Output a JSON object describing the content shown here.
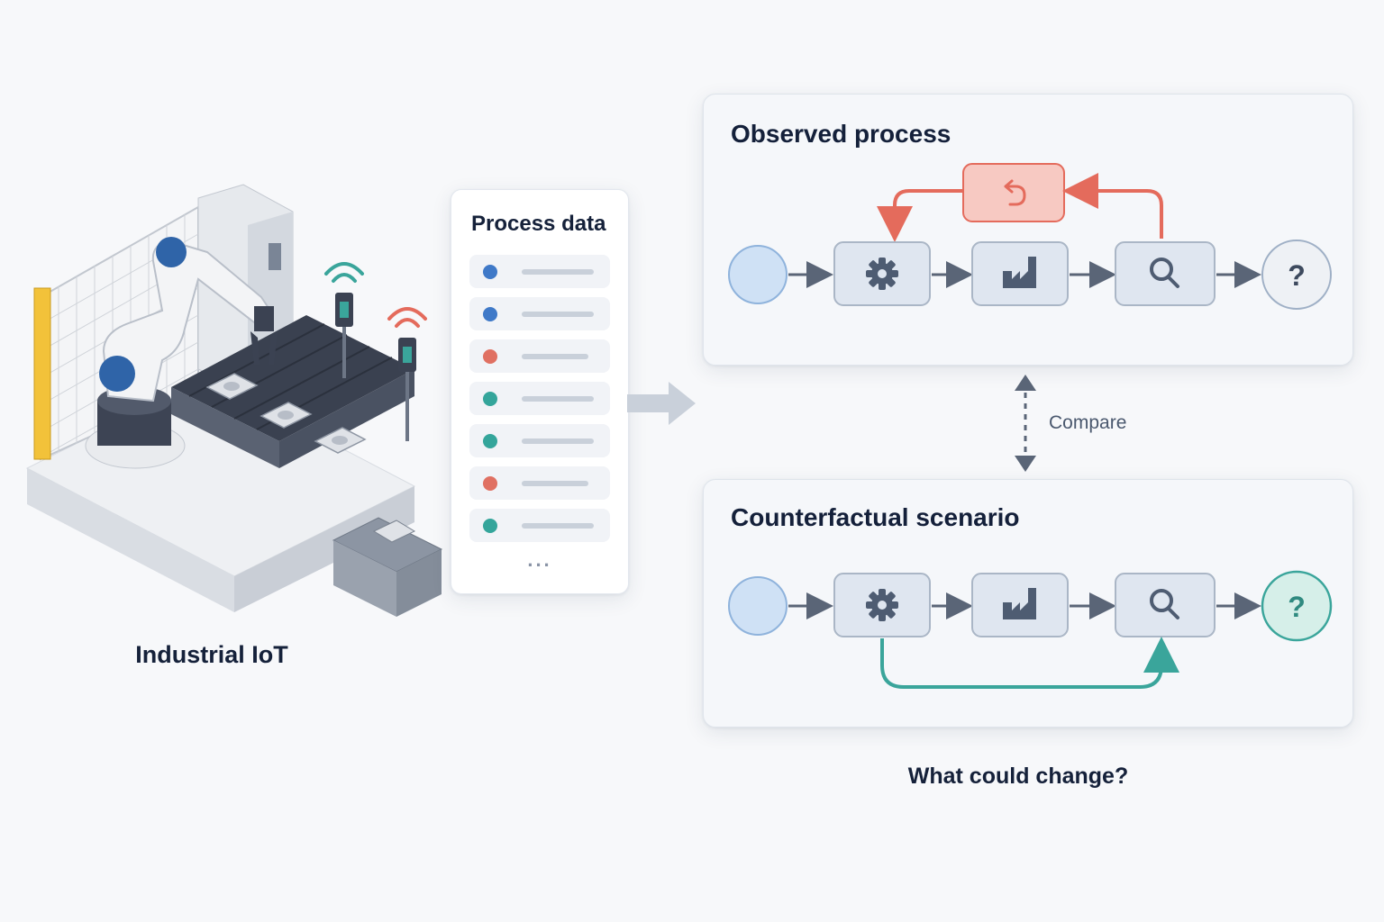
{
  "iot": {
    "label": "Industrial IoT"
  },
  "process_data": {
    "title": "Process data",
    "rows": [
      {
        "color": "#3f79c8"
      },
      {
        "color": "#3f79c8"
      },
      {
        "color": "#e07062"
      },
      {
        "color": "#34a59b"
      },
      {
        "color": "#34a59b"
      },
      {
        "color": "#e07062"
      },
      {
        "color": "#34a59b"
      }
    ],
    "ellipsis": "..."
  },
  "observed": {
    "title": "Observed process",
    "nodes": [
      "start-circle-icon",
      "gear-icon",
      "factory-icon",
      "magnifier-icon",
      "question-circle"
    ],
    "loop_icon": "undo-arrow-icon",
    "end_label": "?"
  },
  "compare": {
    "label": "Compare"
  },
  "counterfactual": {
    "title": "Counterfactual scenario",
    "nodes": [
      "start-circle-icon",
      "gear-icon",
      "factory-icon",
      "magnifier-icon",
      "question-circle"
    ],
    "end_label": "?"
  },
  "question": "What could change?",
  "colors": {
    "loop_red": "#e46b5c",
    "skip_teal": "#3aa59b",
    "node_fill": "#dfe6f0",
    "start_blue": "#cfe1f5",
    "end_teal_fill": "#d6efe9",
    "icon_dark": "#4e5c72"
  }
}
